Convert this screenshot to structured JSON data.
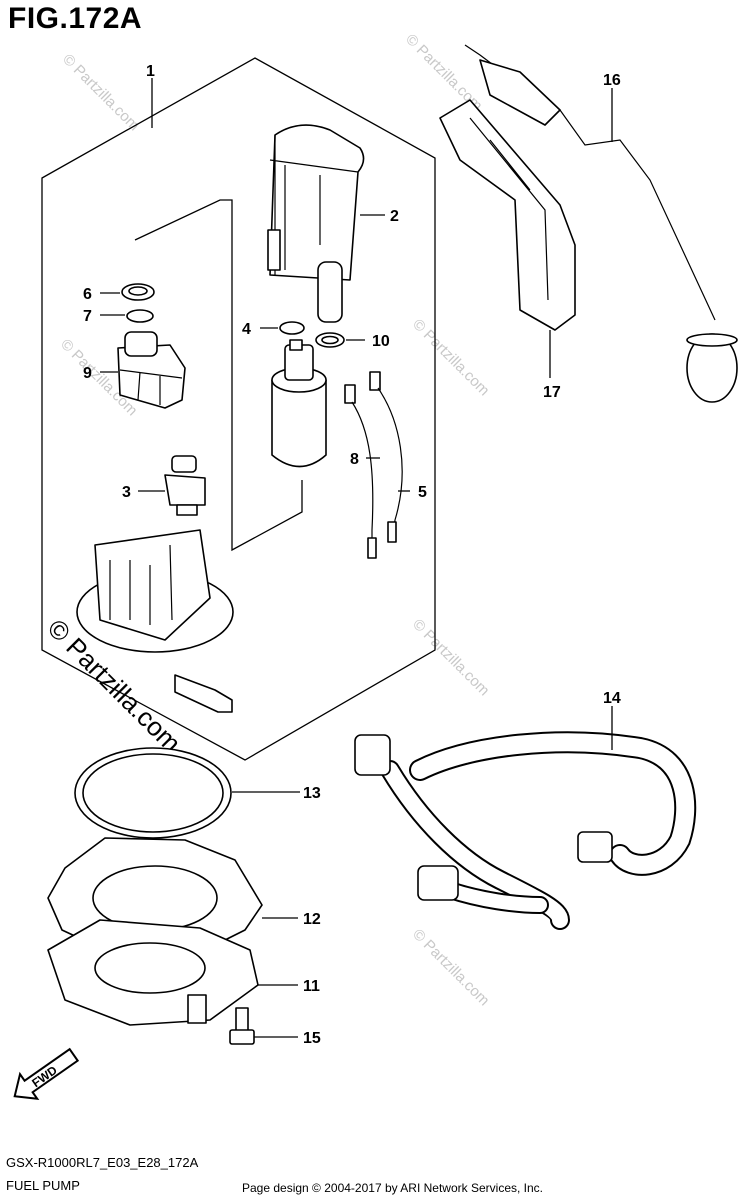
{
  "figure": {
    "title": "FIG.172A"
  },
  "callouts": [
    "1",
    "2",
    "3",
    "4",
    "5",
    "6",
    "7",
    "8",
    "9",
    "10",
    "11",
    "12",
    "13",
    "14",
    "15",
    "16",
    "17"
  ],
  "watermark": {
    "text": "© Partzilla.com",
    "small_text": "© Partzilla.com"
  },
  "fwd_label": "FWD",
  "footer": {
    "model_code": "GSX-R1000RL7_E03_E28_172A",
    "section_name": "FUEL PUMP",
    "copyright": "Page design © 2004-2017 by ARI Network Services, Inc."
  }
}
